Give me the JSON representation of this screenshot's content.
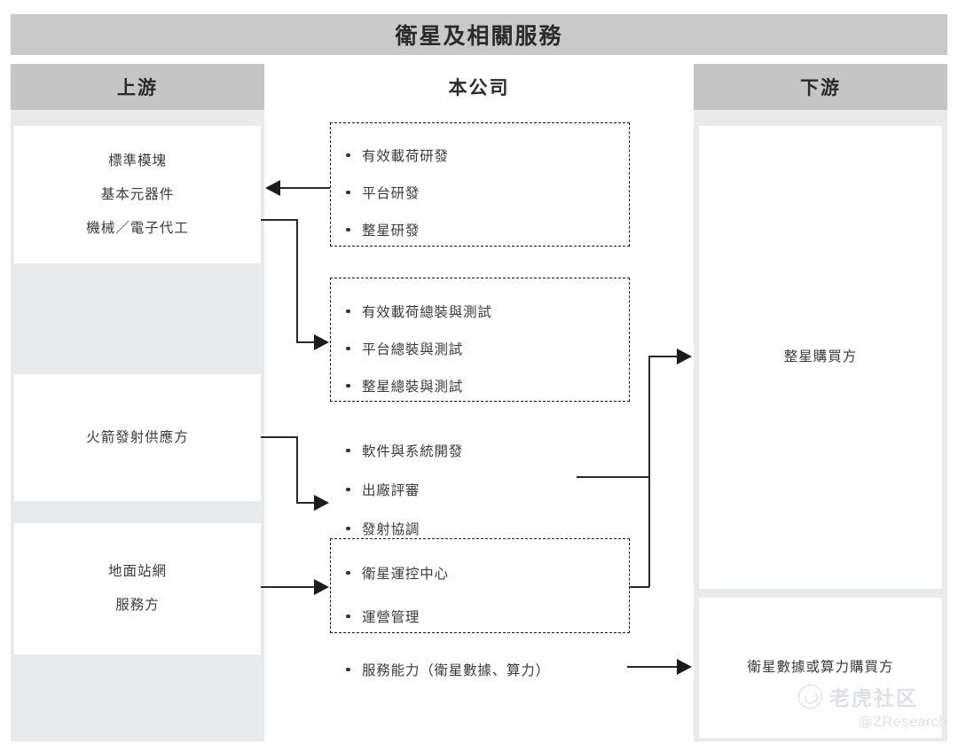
{
  "diagram": {
    "title": "衛星及相關服務",
    "columns": {
      "upstream_label": "上游",
      "company_label": "本公司",
      "downstream_label": "下游"
    },
    "upstream": [
      {
        "name": "raw-materials",
        "lines": [
          "標準模塊",
          "基本元器件",
          "機械／電子代工"
        ]
      },
      {
        "name": "rocket-launch-supplier",
        "lines": [
          "火箭發射供應方"
        ]
      },
      {
        "name": "ground-station-service",
        "lines": [
          "地面站網",
          "服務方"
        ]
      }
    ],
    "company": [
      {
        "name": "rnd-group",
        "boxed": true,
        "items": [
          "有效載荷研發",
          "平台研發",
          "整星研發"
        ]
      },
      {
        "name": "assembly-test-group",
        "boxed": true,
        "items": [
          "有效載荷總裝與測試",
          "平台總裝與測試",
          "整星總裝與測試"
        ]
      },
      {
        "name": "software-launch-group",
        "boxed": false,
        "items": [
          "軟件與系統開發",
          "出廠評審",
          "發射協調"
        ]
      },
      {
        "name": "operations-group",
        "boxed": true,
        "items": [
          "衛星運控中心",
          "運營管理"
        ]
      },
      {
        "name": "service-capability-group",
        "boxed": false,
        "items": [
          "服務能力（衛星數據、算力）"
        ]
      }
    ],
    "downstream": [
      {
        "name": "satellite-buyer",
        "lines": [
          "整星購買方"
        ]
      },
      {
        "name": "data-compute-buyer",
        "lines": [
          "衛星數據或算力購買方"
        ]
      }
    ],
    "watermark": {
      "brand": "老虎社区",
      "handle": "@ZResearch"
    },
    "colors": {
      "title_band": "#c9c9c9",
      "column_head": "#c5c5c5",
      "column_body": "#e8eaec",
      "card": "#ffffff",
      "line": "#1c1c1c",
      "text": "#3a3a3a"
    }
  }
}
